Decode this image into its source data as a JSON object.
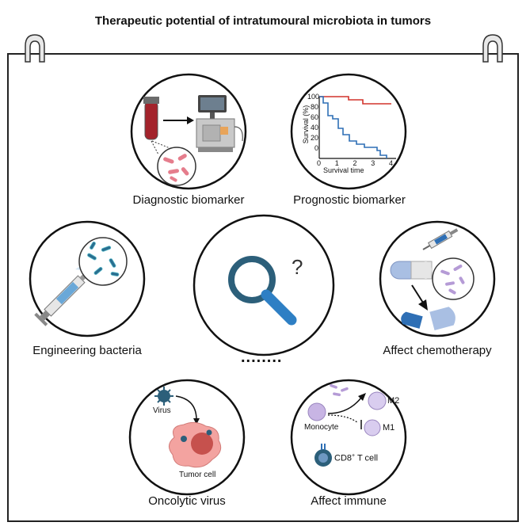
{
  "title": "Therapeutic potential of intratumoural microbiota in tumors",
  "panels": {
    "diagnostic": {
      "label": "Diagnostic biomarker"
    },
    "prognostic": {
      "label": "Prognostic biomarker",
      "y_axis_label": "Survival (%)",
      "x_axis_label": "Survival time",
      "y_ticks": [
        "0",
        "20",
        "40",
        "60",
        "80",
        "100"
      ],
      "x_ticks": [
        "0",
        "1",
        "2",
        "3",
        "4"
      ]
    },
    "engineering": {
      "label": "Engineering bacteria"
    },
    "center": {
      "question_mark": "?",
      "ellipsis": "........"
    },
    "chemotherapy": {
      "label": "Affect chemotherapy"
    },
    "oncolytic": {
      "label": "Oncolytic virus",
      "virus_label": "Virus",
      "tumor_label": "Tumor cell"
    },
    "immune": {
      "label": "Affect immune",
      "monocyte_label": "Monocyte",
      "m2_label": "M2",
      "m1_label": "M1",
      "cd8_label_main": "CD8",
      "cd8_sup": "+",
      "cd8_label_rest": " T cell"
    }
  },
  "colors": {
    "frame": "#222222",
    "blue": "#2e6fb5",
    "dark_teal": "#2c5f7a",
    "red_curve": "#d2332c",
    "blood": "#a3232b",
    "tumor_pink": "#f3a3a0",
    "purple": "#b59bd6"
  }
}
